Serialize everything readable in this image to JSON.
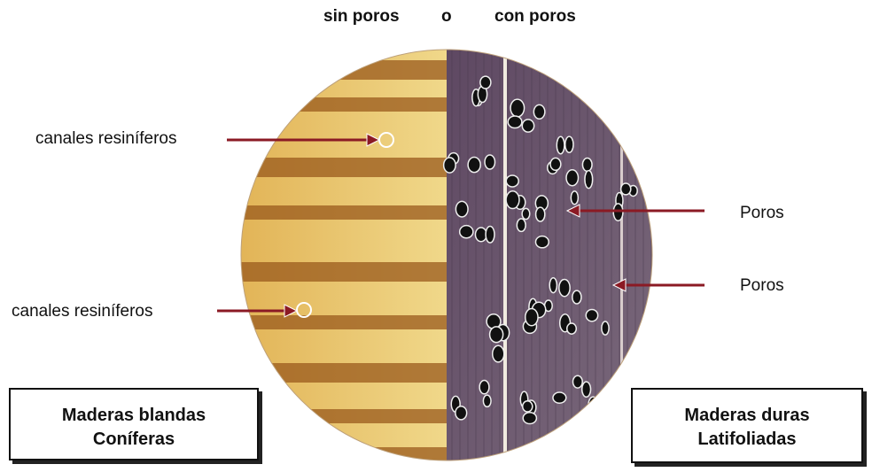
{
  "header": {
    "sin_poros": "sin poros",
    "o": "o",
    "con_poros": "con poros"
  },
  "labels": {
    "canales_1": "canales resiníferos",
    "canales_2": "canales resiníferos",
    "poros_1": "Poros",
    "poros_2": "Poros"
  },
  "boxes": {
    "soft": {
      "line1": "Maderas blandas",
      "line2": "Coníferas"
    },
    "hard": {
      "line1": "Maderas duras",
      "line2": "Latifoliadas"
    }
  },
  "colors": {
    "softwood_light": "#e9c46a",
    "softwood_band": "#9a5a1c",
    "hardwood_bg": "#6e5a6e",
    "pore": "#111111",
    "arrow": "#8b1a24"
  }
}
